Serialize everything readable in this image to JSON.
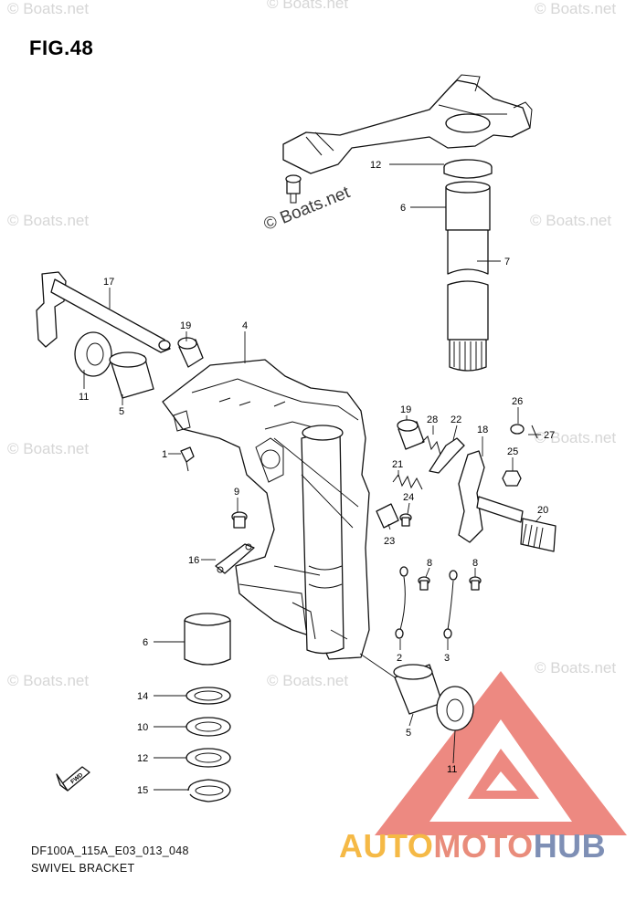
{
  "figure": {
    "title": "FIG.48",
    "model_code": "DF100A_115A_E03_013_048",
    "assembly_name": "SWIVEL BRACKET"
  },
  "watermarks": {
    "small": "© Boats.net",
    "large": "© Boats.net"
  },
  "brand": {
    "part1": "AUTO",
    "part2": "MOTO",
    "part3": "HUB",
    "colors": {
      "auto": "#f5b946",
      "moto": "#e98c7b",
      "hub": "#7e8fb5",
      "triangle": "#e8685e"
    }
  },
  "direction_marker": {
    "label": "FWD"
  },
  "callouts": [
    {
      "id": "c12a",
      "label": "12"
    },
    {
      "id": "c6a",
      "label": "6"
    },
    {
      "id": "c7",
      "label": "7"
    },
    {
      "id": "c17",
      "label": "17"
    },
    {
      "id": "c19a",
      "label": "19"
    },
    {
      "id": "c4",
      "label": "4"
    },
    {
      "id": "c11a",
      "label": "11"
    },
    {
      "id": "c5a",
      "label": "5"
    },
    {
      "id": "c1",
      "label": "1"
    },
    {
      "id": "c9",
      "label": "9"
    },
    {
      "id": "c16",
      "label": "16"
    },
    {
      "id": "c19b",
      "label": "19"
    },
    {
      "id": "c28",
      "label": "28"
    },
    {
      "id": "c22",
      "label": "22"
    },
    {
      "id": "c26",
      "label": "26"
    },
    {
      "id": "c18",
      "label": "18"
    },
    {
      "id": "c27",
      "label": "27"
    },
    {
      "id": "c25",
      "label": "25"
    },
    {
      "id": "c21",
      "label": "21"
    },
    {
      "id": "c24",
      "label": "24"
    },
    {
      "id": "c20",
      "label": "20"
    },
    {
      "id": "c23",
      "label": "23"
    },
    {
      "id": "c8a",
      "label": "8"
    },
    {
      "id": "c8b",
      "label": "8"
    },
    {
      "id": "c2",
      "label": "2"
    },
    {
      "id": "c3",
      "label": "3"
    },
    {
      "id": "c6b",
      "label": "6"
    },
    {
      "id": "c14",
      "label": "14"
    },
    {
      "id": "c10",
      "label": "10"
    },
    {
      "id": "c12b",
      "label": "12"
    },
    {
      "id": "c15",
      "label": "15"
    },
    {
      "id": "c5b",
      "label": "5"
    },
    {
      "id": "c11b",
      "label": "11"
    }
  ]
}
